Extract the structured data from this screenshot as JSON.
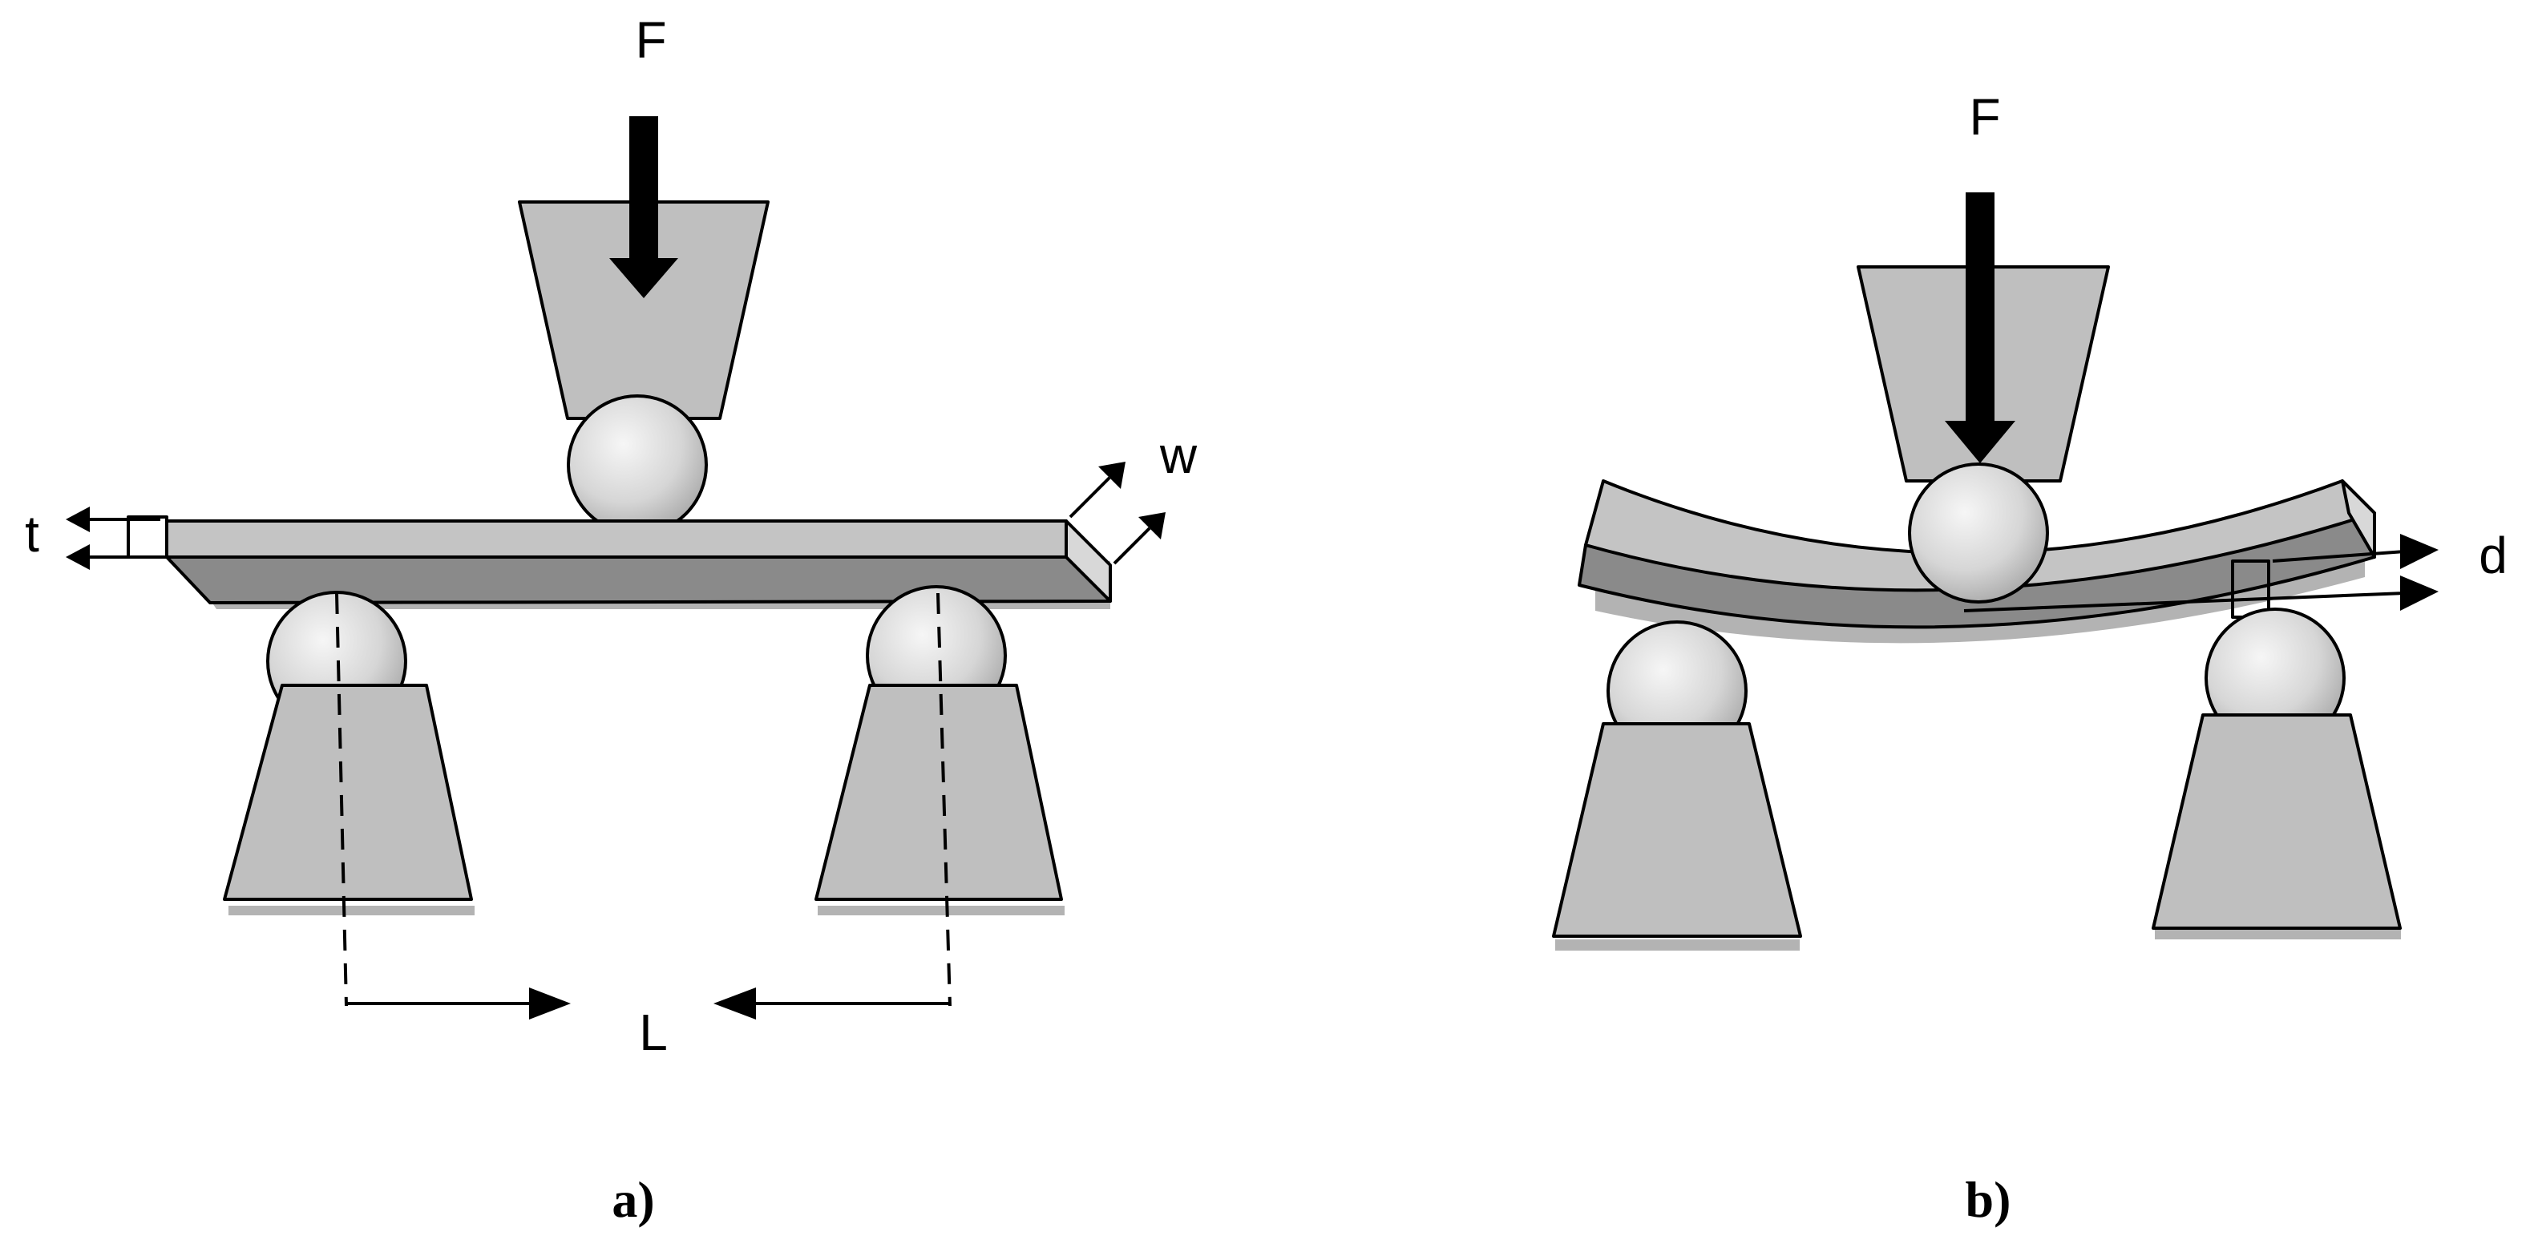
{
  "panel_a": {
    "force_label": "F",
    "width_label": "w",
    "thickness_label": "t",
    "span_label": "L",
    "caption": "a)"
  },
  "panel_b": {
    "force_label": "F",
    "deflection_label": "d",
    "caption": "b)"
  },
  "colors": {
    "fixture_gray": "#bfbfbf",
    "beam_top": "#c4c4c4",
    "beam_side": "#8a8a8a",
    "ink": "#000000"
  }
}
